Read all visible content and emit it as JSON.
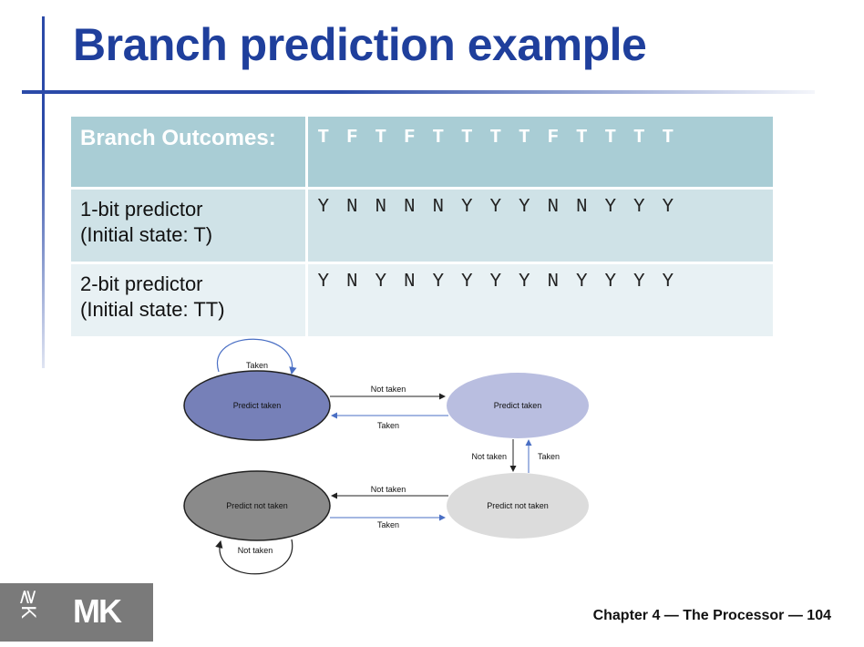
{
  "slide": {
    "title": "Branch prediction example",
    "footer": "Chapter 4 — The Processor — 104"
  },
  "table": {
    "header_label": "Branch Outcomes:",
    "outcomes": [
      "T",
      "F",
      "T",
      "F",
      "T",
      "T",
      "T",
      "T",
      "F",
      "T",
      "T",
      "T",
      "T"
    ],
    "rows": [
      {
        "label_line1": "1-bit predictor",
        "label_line2": "(Initial state: T)",
        "values": [
          "Y",
          "N",
          "N",
          "N",
          "N",
          "Y",
          "Y",
          "Y",
          "N",
          "N",
          "Y",
          "Y",
          "Y"
        ]
      },
      {
        "label_line1": "2-bit predictor",
        "label_line2": "(Initial state: TT)",
        "values": [
          "Y",
          "N",
          "Y",
          "N",
          "Y",
          "Y",
          "Y",
          "Y",
          "N",
          "Y",
          "Y",
          "Y",
          "Y"
        ]
      }
    ]
  },
  "diagram": {
    "states": {
      "strong_taken": "Predict taken",
      "weak_taken": "Predict taken",
      "weak_not_taken": "Predict not taken",
      "strong_not_taken": "Predict not taken"
    },
    "edges": {
      "self_taken": "Taken",
      "top_not_taken": "Not taken",
      "top_taken": "Taken",
      "right_not_taken": "Not taken",
      "right_taken": "Taken",
      "bottom_not_taken": "Not taken",
      "bottom_taken": "Taken",
      "self_not_taken": "Not taken"
    },
    "colors": {
      "strong_taken": "#7680b8",
      "weak_taken": "#b9bee0",
      "weak_not_taken": "#dcdcdc",
      "strong_not_taken": "#8a8a8a",
      "taken_arrow": "#4a6fc4",
      "not_taken_arrow": "#222222"
    }
  },
  "logo": {
    "text": "MK",
    "side_glyph": "≷K"
  }
}
